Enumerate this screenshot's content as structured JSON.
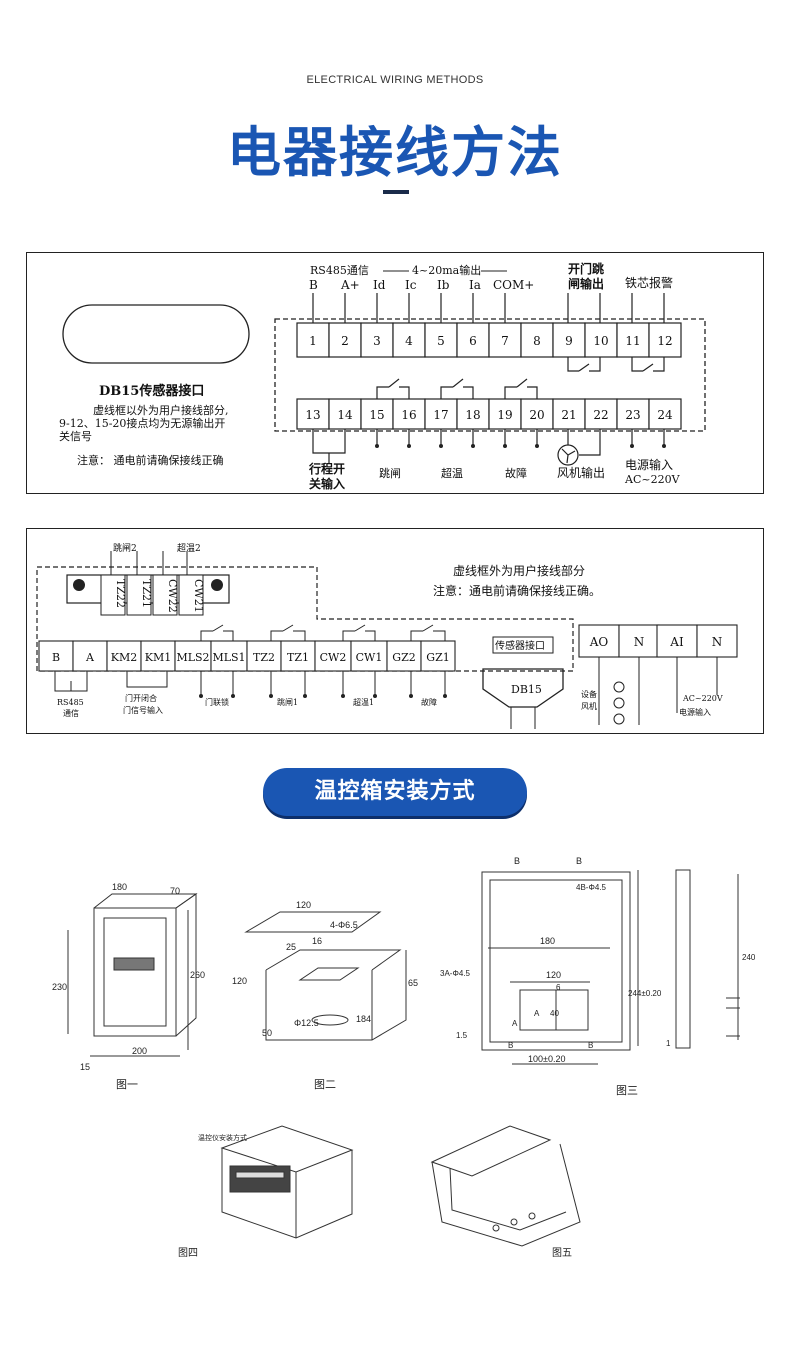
{
  "header": {
    "subtitle_en": "ELECTRICAL WIRING METHODS",
    "title": "电器接线方法"
  },
  "diagram1": {
    "group_labels": {
      "rs485": "RS485通信",
      "analog_out": "4~20ma输出",
      "door_trip_l1": "开门跳",
      "door_trip_l2": "闸输出",
      "core_alarm": "铁芯报警"
    },
    "top_terminal_labels": [
      "B",
      "A+",
      "Id",
      "Ic",
      "Ib",
      "Ia",
      "COM+"
    ],
    "terminals_top": [
      "1",
      "2",
      "3",
      "4",
      "5",
      "6",
      "7",
      "8",
      "9",
      "10",
      "11",
      "12"
    ],
    "terminals_bottom": [
      "13",
      "14",
      "15",
      "16",
      "17",
      "18",
      "19",
      "20",
      "21",
      "22",
      "23",
      "24"
    ],
    "db15_title": "DB15传感器接口",
    "note_line1": "虚线框以外为用户接线部分,",
    "note_line2": "9-12、15-20接点均为无源输出开",
    "note_line3": "关信号",
    "note_line4": "注意：  通电前请确保接线正确",
    "bottom_labels": {
      "travel_l1": "行程开",
      "travel_l2": "关输入",
      "trip": "跳闸",
      "overtemp": "超温",
      "fault": "故障",
      "fan": "风机输出",
      "power_l1": "电源输入",
      "power_l2": "AC~220V"
    }
  },
  "diagram2": {
    "top_labels": {
      "trip2": "跳闸2",
      "overtemp2": "超温2"
    },
    "vertical_terms": [
      "TZ22",
      "TZ21",
      "CW22",
      "CW21"
    ],
    "note_line1": "虚线框外为用户接线部分",
    "note_line2": "注意：通电前请确保接线正确。",
    "terminals": [
      "B",
      "A",
      "KM2",
      "KM1",
      "MLS2",
      "MLS1",
      "TZ2",
      "TZ1",
      "CW2",
      "CW1",
      "GZ2",
      "GZ1"
    ],
    "sensor_box": "传感器接口",
    "db15": "DB15",
    "right_terminals": [
      "AO",
      "N",
      "AI",
      "N"
    ],
    "bottom_labels": {
      "rs485": "RS485",
      "rs485_2": "通信",
      "door_l1": "门开闭合",
      "door_l2": "门信号输入",
      "door_link": "门联锁",
      "trip1": "跳闸1",
      "overtemp1": "超温1",
      "fault": "故障",
      "equip_l1": "设备",
      "equip_l2": "风机",
      "ac_power": "AC~220V",
      "power_in": "电源输入"
    }
  },
  "section2_title": "温控箱安装方式",
  "figures": {
    "fig1": {
      "caption": "图一",
      "dims": [
        "180",
        "70",
        "230",
        "260",
        "200",
        "15"
      ]
    },
    "fig2": {
      "caption": "图二",
      "dims": [
        "120",
        "25",
        "16",
        "4-Φ6.5",
        "120",
        "65",
        "50",
        "Φ12.5",
        "184"
      ]
    },
    "fig3": {
      "caption": "图三",
      "dims": [
        "B",
        "B",
        "4B-Φ4.5",
        "180",
        "244±0.20",
        "3A-Φ4.5",
        "120",
        "6",
        "A",
        "A",
        "40",
        "1.5",
        "100±0.20",
        "B",
        "B"
      ]
    },
    "fig4": {
      "caption": "图四",
      "label": "温控仪安装方式"
    },
    "fig5": {
      "caption": "图五"
    },
    "side": {
      "dims": [
        "240",
        "1"
      ]
    }
  }
}
